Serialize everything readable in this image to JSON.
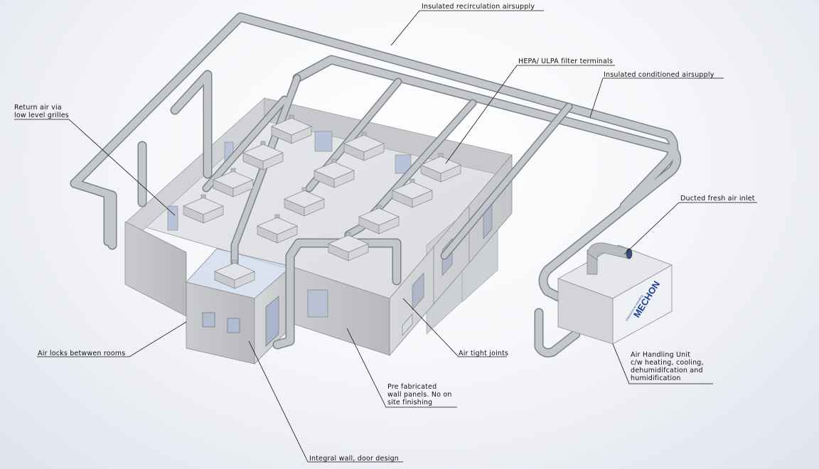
{
  "labels": {
    "recirc": "Insulated recirculation airsupply",
    "hepa": "HEPA/ ULPA filter terminals",
    "conditioned": "Insulated conditioned airsupply",
    "return_air": [
      "Return air via",
      "low level grilles"
    ],
    "fresh_air": "Ducted fresh air inlet",
    "airlocks": "Air locks betwwen rooms",
    "airtight": "Air tight joints",
    "ahu": [
      "Air Handling Unit",
      "c/w heating, cooling,",
      "dehumidifcation and",
      "humidification"
    ],
    "prefab": [
      "Pre fabricated",
      "wall panels. No on",
      "site finishing"
    ],
    "integral": "Integral wall, door design"
  },
  "brand": {
    "name": "MECHON",
    "tagline": "Cleanroom Air Handling"
  },
  "colors": {
    "pipe": "#b9bcc0",
    "brand": "#1d3f9a"
  }
}
